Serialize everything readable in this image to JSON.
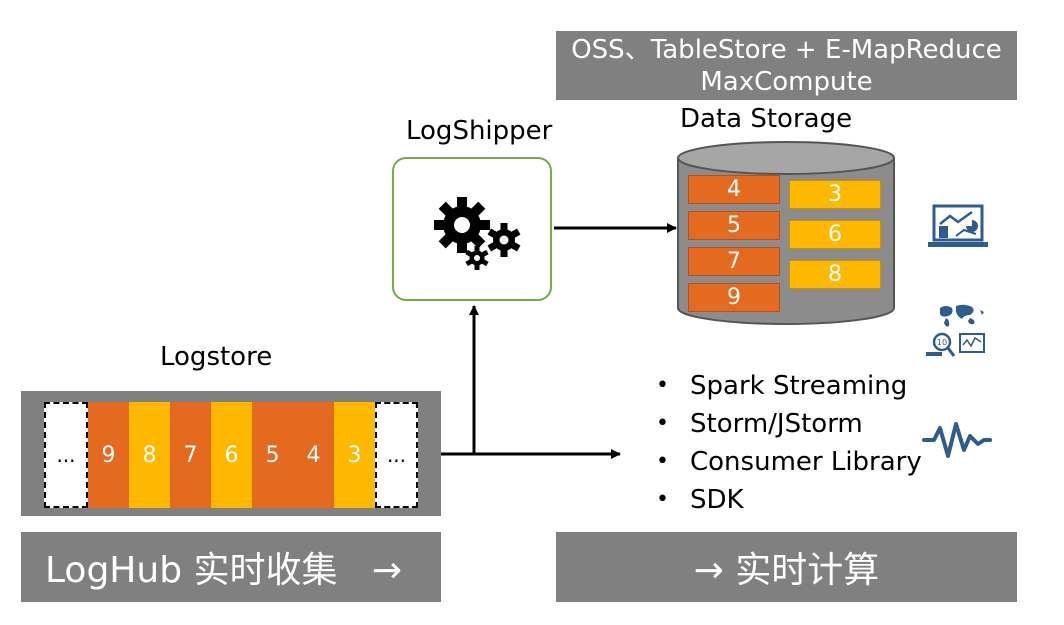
{
  "storage_banner": {
    "line1": "OSS、TableStore + E-MapReduce",
    "line2": "MaxCompute"
  },
  "data_storage_title": "Data Storage",
  "logshipper_title": "LogShipper",
  "logstore_title": "Logstore",
  "logstore_cells": [
    {
      "label": "...",
      "kind": "ellipsis"
    },
    {
      "label": "9",
      "kind": "orange"
    },
    {
      "label": "8",
      "kind": "yellow"
    },
    {
      "label": "7",
      "kind": "orange"
    },
    {
      "label": "6",
      "kind": "yellow"
    },
    {
      "label": "5",
      "kind": "orange"
    },
    {
      "label": "4",
      "kind": "orange"
    },
    {
      "label": "3",
      "kind": "yellow"
    },
    {
      "label": "...",
      "kind": "ellipsis"
    }
  ],
  "storage_left": [
    "4",
    "5",
    "7",
    "9"
  ],
  "storage_right": [
    "3",
    "6",
    "8"
  ],
  "bullets": [
    "Spark Streaming",
    "Storm/JStorm",
    "Consumer Library",
    "SDK"
  ],
  "bottom_left": "LogHub 实时收集   →",
  "bottom_right": "→ 实时计算",
  "colors": {
    "orange": "#E36A1E",
    "yellow": "#FFB800",
    "grey": "#808080",
    "green_border": "#70AD47",
    "icon_blue": "#2F5C8F"
  },
  "icons": [
    "gears-icon",
    "analytics-laptop-icon",
    "world-map-data-icon",
    "waveform-icon"
  ]
}
